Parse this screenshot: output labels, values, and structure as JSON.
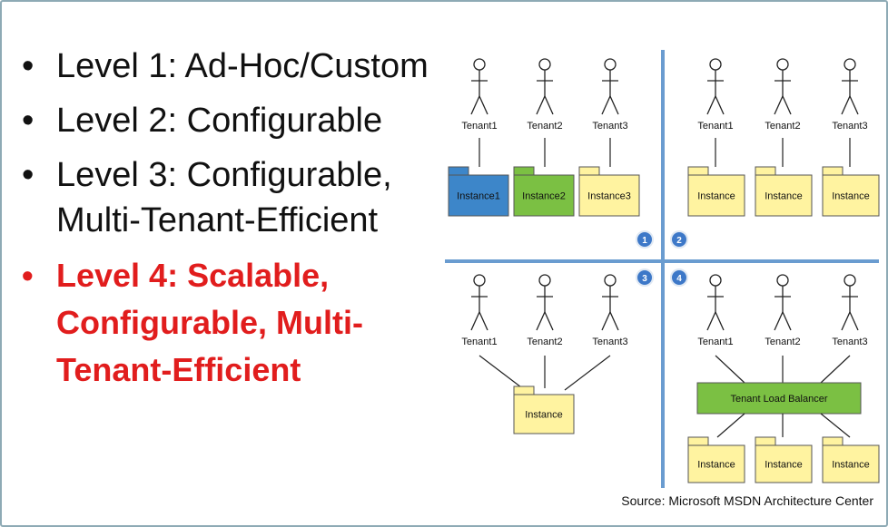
{
  "bullets": [
    {
      "text": "Level 1: Ad-Hoc/Custom",
      "highlight": false
    },
    {
      "text": "Level 2: Configurable",
      "highlight": false
    },
    {
      "text": "Level 3: Configurable, Multi-Tenant-Efficient",
      "highlight": false
    },
    {
      "text": "Level 4: Scalable, Configurable, Multi-Tenant-Efficient",
      "highlight": true
    }
  ],
  "bullet_glyph": "•",
  "diagram": {
    "quadrant_badges": [
      "1",
      "2",
      "3",
      "4"
    ],
    "q1": {
      "tenants": [
        "Tenant1",
        "Tenant2",
        "Tenant3"
      ],
      "instances": [
        "Instance1",
        "Instance2",
        "Instance3"
      ],
      "instance_colors": [
        "#3d86c9",
        "#7bc043",
        "#fff3a0"
      ]
    },
    "q2": {
      "tenants": [
        "Tenant1",
        "Tenant2",
        "Tenant3"
      ],
      "instances": [
        "Instance",
        "Instance",
        "Instance"
      ]
    },
    "q3": {
      "tenants": [
        "Tenant1",
        "Tenant2",
        "Tenant3"
      ],
      "instance": "Instance"
    },
    "q4": {
      "tenants": [
        "Tenant1",
        "Tenant2",
        "Tenant3"
      ],
      "load_balancer": "Tenant Load Balancer",
      "instances": [
        "Instance",
        "Instance",
        "Instance"
      ]
    }
  },
  "source": "Source: Microsoft MSDN Architecture Center",
  "colors": {
    "divider": "#6a9cd0",
    "folder_yellow": "#fff3a0",
    "load_balancer": "#7bc043",
    "highlight_text": "#e11d1d",
    "badge": "#3d78c8"
  }
}
